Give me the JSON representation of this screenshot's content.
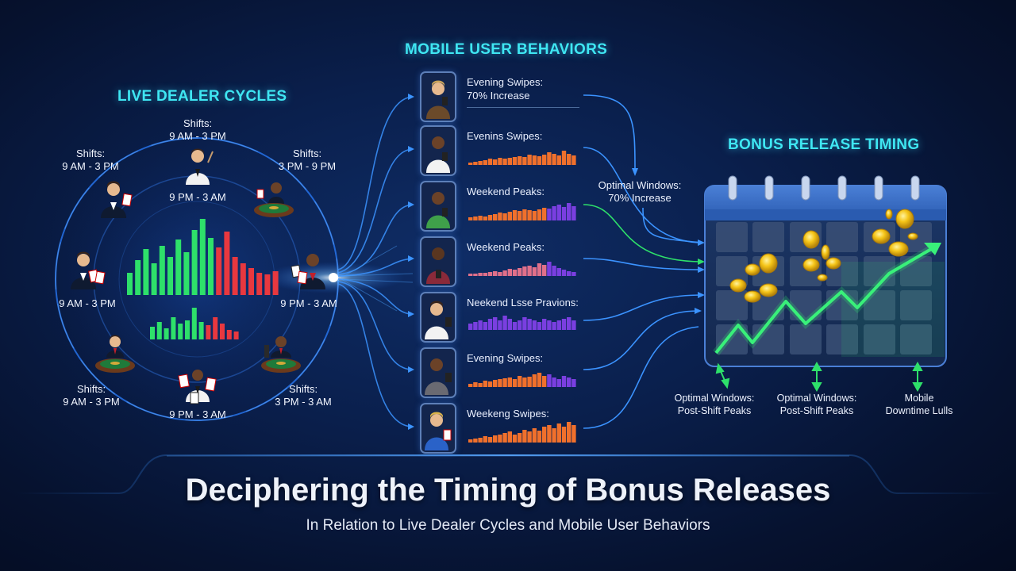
{
  "live_dealer": {
    "title": "LIVE DEALER CYCLES",
    "labels": [
      {
        "id": "top",
        "line1": "Shifts:",
        "line2": "9 AM - 3 PM"
      },
      {
        "id": "upper-left",
        "line1": "Shifts:",
        "line2": "9 AM - 3 PM"
      },
      {
        "id": "upper-right",
        "line1": "Shifts:",
        "line2": "3 PM - 9 PM"
      },
      {
        "id": "inner-top",
        "line1": "9 PM - 3 AM"
      },
      {
        "id": "left",
        "line1": "9 AM - 3 PM"
      },
      {
        "id": "right",
        "line1": "9 PM - 3 AM"
      },
      {
        "id": "lower-left",
        "line1": "Shifts:",
        "line2": "9 AM - 3 PM"
      },
      {
        "id": "bottom",
        "line1": "9 PM - 3 AM"
      },
      {
        "id": "lower-right",
        "line1": "Shifts:",
        "line2": "3 PM - 3 AM"
      }
    ]
  },
  "mobile": {
    "title": "MOBILE USER BEHAVIORS",
    "items": [
      {
        "line1": "Evening Swipes:",
        "line2": "70% Increase"
      },
      {
        "line1": "Evenins Swipes:"
      },
      {
        "line1": "Weekend Peaks:"
      },
      {
        "line1": "Weekend Peaks:"
      },
      {
        "line1": "Neekend Lsse Pravions:"
      },
      {
        "line1": "Evening Swipes:"
      },
      {
        "line1": "Weekeng Swipes:"
      }
    ]
  },
  "bonus": {
    "title": "BONUS RELEASE TIMING",
    "optimal_top": {
      "line1": "Optimal Windows:",
      "line2": "70% Increase"
    },
    "bottom_labels": [
      {
        "line1": "Optimal Windows:",
        "line2": "Post-Shift Peaks"
      },
      {
        "line1": "Optimal Windows:",
        "line2": "Post-Shift Peaks"
      },
      {
        "line1": "Mobile",
        "line2": "Downtime Lulls"
      }
    ]
  },
  "footer": {
    "title": "Deciphering the Timing of Bonus Releases",
    "subtitle": "In Relation to Live Dealer Cycles and Mobile User Behaviors"
  },
  "colors": {
    "accent_cyan": "#3fe6f2",
    "green": "#2ee06a",
    "red": "#e8383f",
    "orange": "#f0702c",
    "purple": "#7a3fe0",
    "blue_glow": "#2f8bff"
  },
  "icons": [
    "dealer-icon",
    "roulette-wheel-icon",
    "playing-cards-icon",
    "phone-icon",
    "calendar-icon",
    "gold-coin-icon",
    "trend-arrow-icon",
    "double-arrow-icon"
  ]
}
